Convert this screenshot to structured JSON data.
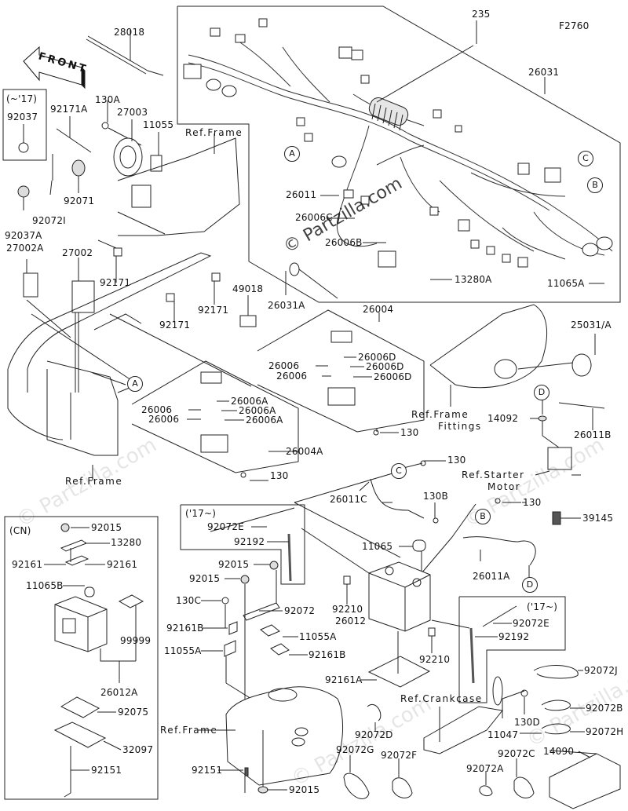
{
  "diagram": {
    "figure_code": "F2760",
    "front_label": "FRONT",
    "watermark_text": "© Partzilla.com",
    "watermark_faint": "© Partzilla.com",
    "box_labels": {
      "until_17": "(~'17)",
      "from_17_a": "('17~)",
      "from_17_b": "('17~)",
      "cn": "(CN)"
    },
    "circle_tags": [
      "A",
      "A",
      "B",
      "B",
      "C",
      "C",
      "D",
      "D"
    ],
    "parts": {
      "p28018": "28018",
      "p235": "235",
      "p26031": "26031",
      "p92037": "92037",
      "p92171A": "92171A",
      "p130A": "130A",
      "p27003": "27003",
      "p11055": "11055",
      "ref_frame_1": "Ref.Frame",
      "p92071": "92071",
      "p92072I": "92072I",
      "p92037A": "92037A",
      "p27002A": "27002A",
      "p27002": "27002",
      "p92171_a": "92171",
      "p92171_b": "92171",
      "p92171_c": "92171",
      "p49018": "49018",
      "p26031A": "26031A",
      "p26011": "26011",
      "p26006C": "26006C",
      "p26006B": "26006B",
      "p13280A": "13280A",
      "p11065A": "11065A",
      "p26004": "26004",
      "p26006_1": "26006",
      "p26006_2": "26006",
      "p26006D_1": "26006D",
      "p26006D_2": "26006D",
      "p26006D_3": "26006D",
      "p130_1": "130",
      "p26006_3": "26006",
      "p26006_4": "26006",
      "p26006A_1": "26006A",
      "p26006A_2": "26006A",
      "p26006A_3": "26006A",
      "p26004A": "26004A",
      "p130_2": "130",
      "ref_frame_2": "Ref.Frame",
      "p25031A": "25031/A",
      "ref_frame_fittings_1": "Ref.Frame",
      "ref_frame_fittings_2": "Fittings",
      "p14092": "14092",
      "p26011B": "26011B",
      "ref_starter_1": "Ref.Starter",
      "ref_starter_2": "Motor",
      "p130_3": "130",
      "p26011C": "26011C",
      "p130B": "130B",
      "p130_4": "130",
      "p39145": "39145",
      "p92072E_1": "92072E",
      "p92192_1": "92192",
      "p11065": "11065",
      "p26011A": "26011A",
      "p92015_a": "92015",
      "p92015_b": "92015",
      "p130C": "130C",
      "p92072": "92072",
      "p92210_1": "92210",
      "p26012": "26012",
      "p92161B_1": "92161B",
      "p11055A_1": "11055A",
      "p11055A_2": "11055A",
      "p92161B_2": "92161B",
      "p92210_2": "92210",
      "p92072E_2": "92072E",
      "p92192_2": "92192",
      "p92161A": "92161A",
      "ref_crankcase": "Ref.Crankcase",
      "p92072J": "92072J",
      "p92072D": "92072D",
      "p130D": "130D",
      "p11047": "11047",
      "p92072B": "92072B",
      "p92072H": "92072H",
      "ref_frame_3": "Ref.Frame",
      "p92072G": "92072G",
      "p92072F": "92072F",
      "p92072C": "92072C",
      "p14090": "14090",
      "p92072A": "92072A",
      "p92151_b": "92151",
      "p92015_c": "92015",
      "cn_92015": "92015",
      "cn_13280": "13280",
      "cn_92161_l": "92161",
      "cn_92161_r": "92161",
      "cn_11065B": "11065B",
      "cn_99999": "99999",
      "cn_26012A": "26012A",
      "cn_92075": "92075",
      "cn_32097": "32097",
      "cn_92151": "92151"
    }
  }
}
